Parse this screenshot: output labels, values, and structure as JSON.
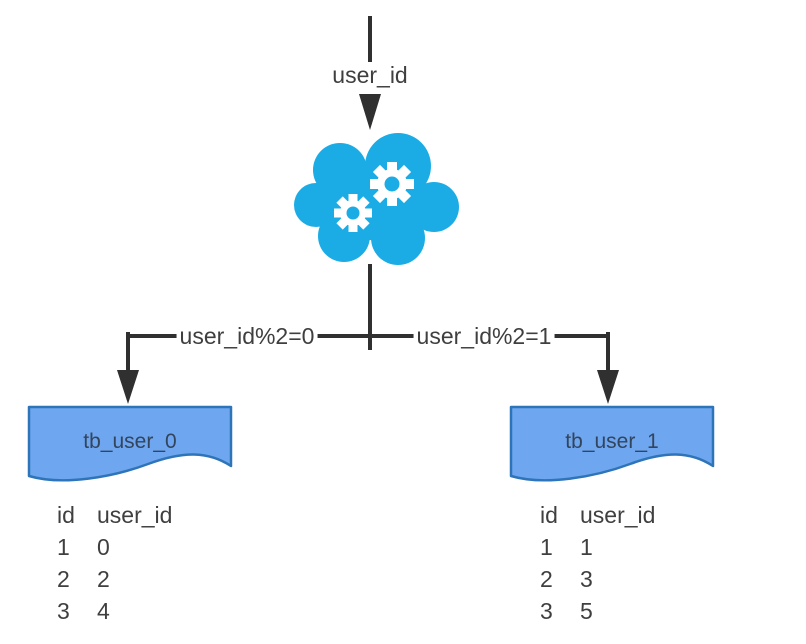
{
  "diagram": {
    "input_label": "user_id",
    "branches": [
      {
        "condition": "user_id%2=0",
        "table": {
          "title": "tb_user_0",
          "columns": [
            "id",
            "user_id"
          ],
          "rows": [
            [
              "1",
              "0"
            ],
            [
              "2",
              "2"
            ],
            [
              "3",
              "4"
            ]
          ]
        }
      },
      {
        "condition": "user_id%2=1",
        "table": {
          "title": "tb_user_1",
          "columns": [
            "id",
            "user_id"
          ],
          "rows": [
            [
              "1",
              "1"
            ],
            [
              "2",
              "3"
            ],
            [
              "3",
              "5"
            ]
          ]
        }
      }
    ],
    "icons": {
      "cloud": "cloud-compute-icon",
      "gear_large": "gear-icon-large",
      "gear_small": "gear-icon-small",
      "arrows": "arrow-down-icon"
    }
  },
  "colors": {
    "cloud": "#1BACE6",
    "gear": "#FFFFFF",
    "table_fill": "#6FA6F0",
    "table_border": "#2E74B9",
    "line": "#303030",
    "text": "#3F3F3F",
    "table_title_text": "#32455C",
    "background": "#FFFFFF"
  }
}
